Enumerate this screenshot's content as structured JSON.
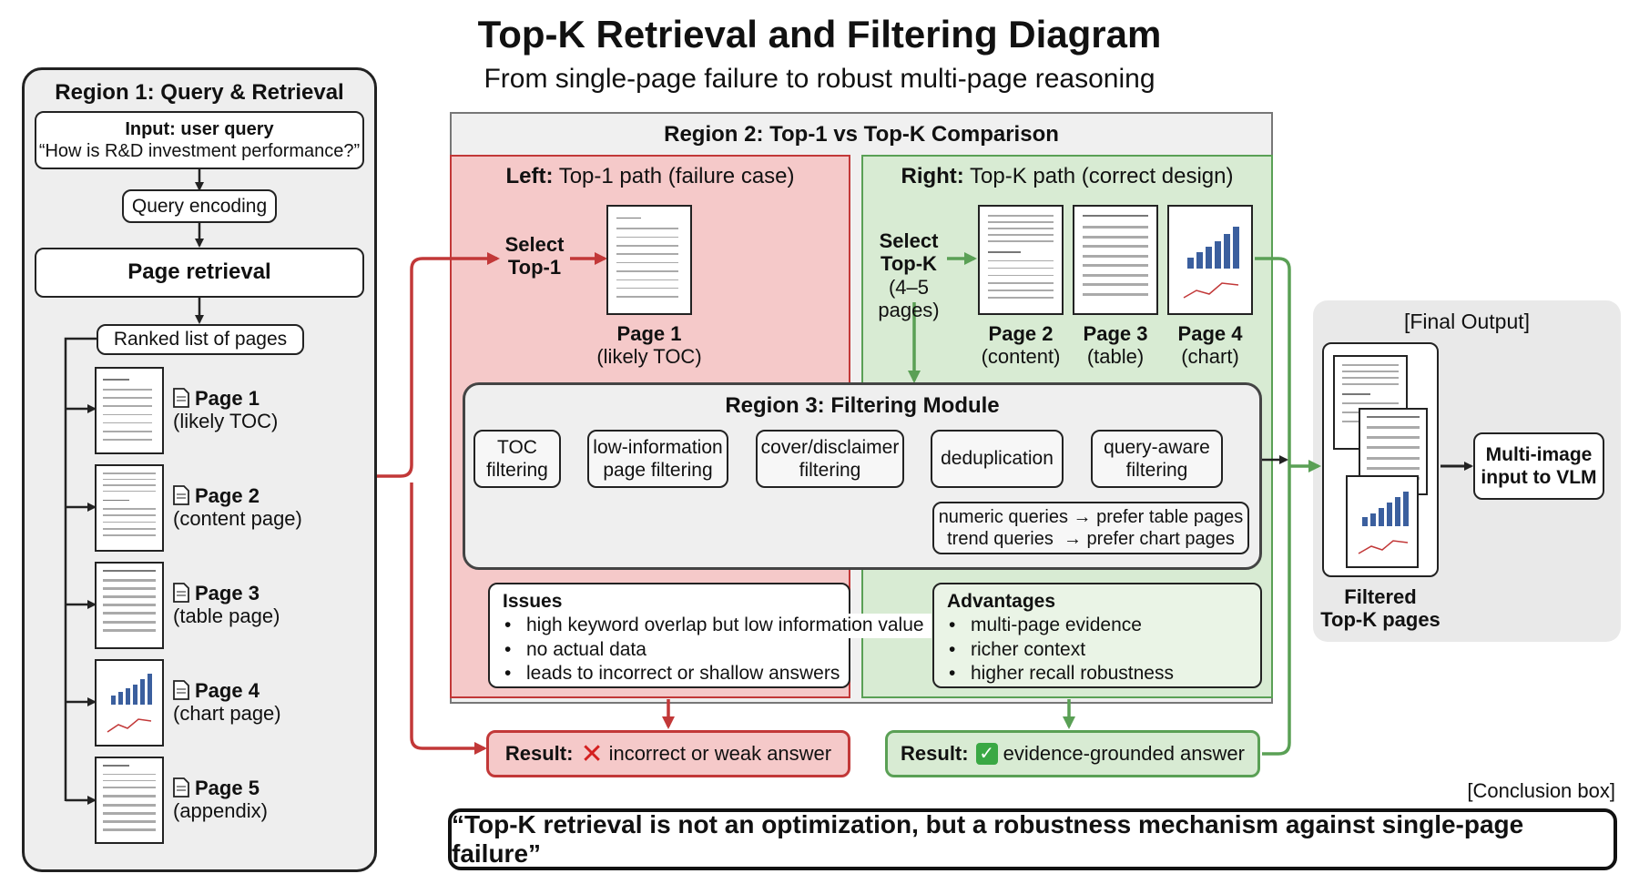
{
  "title": "Top-K Retrieval and Filtering Diagram",
  "subtitle": "From single-page failure to robust multi-page reasoning",
  "region1": {
    "title": "Region 1: Query & Retrieval",
    "input_title": "Input: user query",
    "input_query": "“How is R&D investment performance?”",
    "encoding": "Query encoding",
    "retrieval": "Page retrieval",
    "ranked": "Ranked list of pages",
    "pages": [
      {
        "name": "Page 1",
        "desc": "(likely TOC)"
      },
      {
        "name": "Page 2",
        "desc": "(content page)"
      },
      {
        "name": "Page 3",
        "desc": "(table page)"
      },
      {
        "name": "Page 4",
        "desc": "(chart page)"
      },
      {
        "name": "Page 5",
        "desc": "(appendix)"
      }
    ]
  },
  "region2": {
    "title": "Region 2: Top-1 vs Top-K Comparison",
    "left_heading_bold": "Left:",
    "left_heading": " Top-1 path (failure case)",
    "right_heading_bold": "Right:",
    "right_heading": " Top-K path (correct design)",
    "select_top1_line1": "Select",
    "select_top1_line2": "Top-1",
    "top1_page_name": "Page 1",
    "top1_page_desc": "(likely TOC)",
    "select_topk_line1": "Select",
    "select_topk_line2": "Top-K",
    "select_topk_line3": "(4–5 pages)",
    "topk_pages": [
      {
        "name": "Page 2",
        "desc": "(content)"
      },
      {
        "name": "Page 3",
        "desc": "(table)"
      },
      {
        "name": "Page 4",
        "desc": "(chart)"
      }
    ]
  },
  "region3": {
    "title": "Region 3: Filtering Module",
    "filters": [
      {
        "line1": "TOC",
        "line2": "filtering"
      },
      {
        "line1": "low-information",
        "line2": "page filtering"
      },
      {
        "line1": "cover/disclaimer",
        "line2": "filtering"
      },
      {
        "line1": "deduplication",
        "line2": ""
      },
      {
        "line1": "query-aware",
        "line2": "filtering"
      }
    ],
    "note_line1": "numeric queries → prefer table pages",
    "note_line2": "trend queries  → prefer chart pages"
  },
  "issues": {
    "title": "Issues",
    "items": [
      "high keyword overlap but low information value",
      "no actual data",
      "leads to incorrect or shallow answers"
    ]
  },
  "advantages": {
    "title": "Advantages",
    "items": [
      "multi-page evidence",
      "richer context",
      "higher recall robustness"
    ]
  },
  "result_bad": {
    "label": "Result:",
    "icon": "✕",
    "text": "incorrect or weak answer"
  },
  "result_good": {
    "label": "Result:",
    "icon": "✓",
    "text": "evidence-grounded answer"
  },
  "final": {
    "title": "[Final Output]",
    "filtered_line1": "Filtered",
    "filtered_line2": "Top-K pages",
    "vlm_line1": "Multi-image",
    "vlm_line2": "input to VLM"
  },
  "conclusion_label": "[Conclusion box]",
  "conclusion": "“Top-K retrieval is not an optimization, but a robustness mechanism against single-page failure”",
  "colors": {
    "red": "#c23838",
    "green": "#5aa055",
    "dark": "#222222",
    "chart_blue": "#3b5f9e"
  }
}
